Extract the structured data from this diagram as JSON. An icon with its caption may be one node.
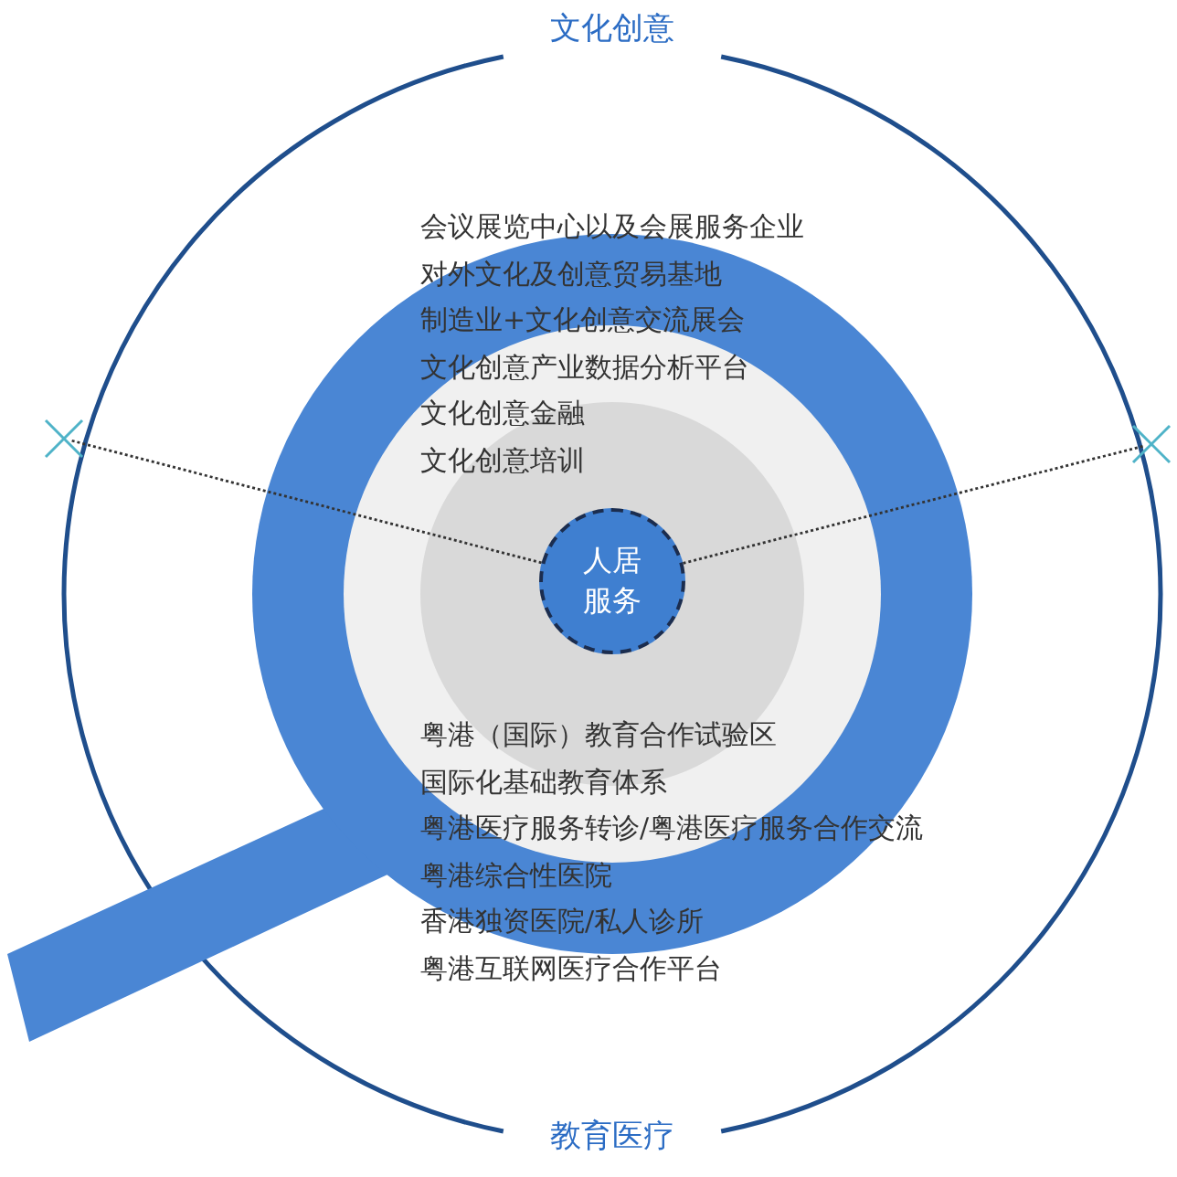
{
  "diagram": {
    "nodes": [
      {
        "text": [
          "人居服务"
        ]
      },
      {
        "text": [],
        "shape": "cross"
      },
      {
        "text": [],
        "shape": "cross"
      }
    ],
    "edges": [
      {
        "from": 0,
        "to": 1,
        "arrow": "none",
        "style": "dashed"
      },
      {
        "from": 0,
        "to": 2,
        "arrow": "none",
        "style": "dashed"
      }
    ],
    "labels": [
      "文化创意",
      "会议展览中心以及会展服务企业",
      "对外文化及创意贸易基地",
      "制造业+文化创意交流展会",
      "文化创意产业数据分析平台",
      "文化创意金融",
      "文化创意培训",
      "粤港（国际）教育合作试验区",
      "国际化基础教育体系",
      "粤港医疗服务转诊/粤港医疗服务合作交流",
      "粤港综合性医院",
      "香港独资医院/私人诊所",
      "粤港互联网医疗合作平台",
      "教育医疗"
    ]
  }
}
